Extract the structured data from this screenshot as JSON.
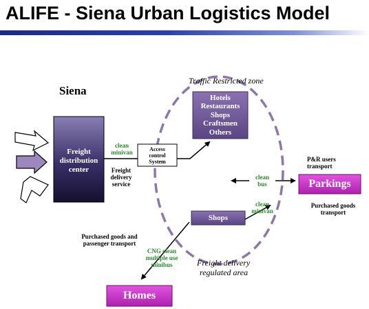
{
  "title": "ALIFE - Siena Urban Logistics Model",
  "siena_label": "Siena",
  "zone_label": "Traffic Restricted zone",
  "regulated_label_line1": "Freight delivery",
  "regulated_label_line2": "regulated area",
  "freight_center": {
    "line1": "Freight",
    "line2": "distribution",
    "line3": "center"
  },
  "access_control": {
    "line1": "Access",
    "line2": "control",
    "line3": "System"
  },
  "destinations_box": {
    "line1": "Hotels",
    "line2": "Restaurants",
    "line3": "Shops",
    "line4": "Craftsmen",
    "line5": "Others"
  },
  "shops_box": "Shops",
  "parkings_box": "Parkings",
  "homes_box": "Homes",
  "clean_minivan_top": {
    "line1": "clean",
    "line2": "minivan"
  },
  "freight_delivery_service": {
    "line1": "Freight",
    "line2": "delivery",
    "line3": "service"
  },
  "clean_bus": {
    "line1": "clean",
    "line2": "bus"
  },
  "clean_minivan_right": {
    "line1": "clean",
    "line2": "minivan"
  },
  "pr_users": {
    "line1": "P&R users",
    "line2": "transport"
  },
  "purchased_goods_transport": {
    "line1": "Purchased goods",
    "line2": "transport"
  },
  "purchased_goods_passenger": {
    "line1": "Purchased goods and",
    "line2": "passenger transport"
  },
  "cng_minibus": {
    "line1": "CNG clean",
    "line2": "multiple use",
    "line3": "minibus"
  },
  "colors": {
    "freight_box_top": "#8a7fb4",
    "freight_box_bottom": "#1a1438",
    "purple_box": "#6e5a96",
    "magenta_box": "#cc33cc",
    "green_text": "#2a8a2a",
    "dashed_ellipse": "#8c78a8",
    "title_rule": "#1a2a8a"
  }
}
